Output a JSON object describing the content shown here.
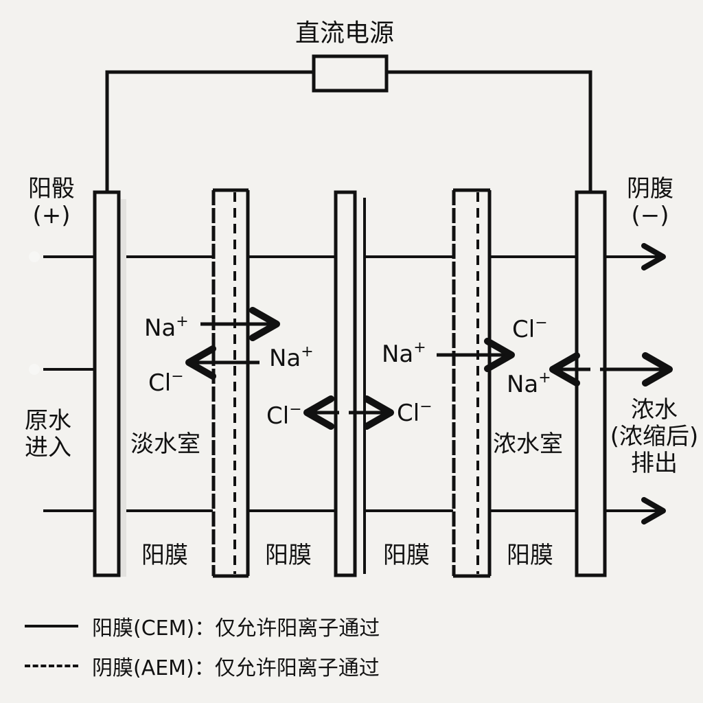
{
  "power_supply": {
    "label": "直流电源"
  },
  "electrodes": {
    "anode": {
      "label": "阳骰",
      "sign": "(+)"
    },
    "cathode": {
      "label": "阴腹",
      "sign": "(−)"
    }
  },
  "inlet": {
    "label_line1": "原水",
    "label_line2": "进入"
  },
  "outlet": {
    "label_line1": "浓水",
    "label_line2": "(浓缩后)",
    "label_line3": "排出"
  },
  "chambers": {
    "dilute": "淡水室",
    "concentrate": "浓水室"
  },
  "membrane_labels": [
    "阳膜",
    "阳膜",
    "阳膜",
    "阳膜"
  ],
  "ions": {
    "left_na_top": {
      "symbol": "Na",
      "charge": "+"
    },
    "left_na_mid": {
      "symbol": "Na",
      "charge": "+"
    },
    "left_cl": {
      "symbol": "Cl",
      "charge": "−"
    },
    "center_cl_left": {
      "symbol": "Cl",
      "charge": "−"
    },
    "center_cl_right": {
      "symbol": "Cl",
      "charge": "−"
    },
    "right_na_top": {
      "symbol": "Na",
      "charge": "+"
    },
    "right_cl_top": {
      "symbol": "Cl",
      "charge": "−"
    },
    "right_na_mid": {
      "symbol": "Na",
      "charge": "+"
    }
  },
  "legend": [
    {
      "style": "solid",
      "text": "阳膜(CEM)：仅允许阳离子通过"
    },
    {
      "style": "dashed",
      "text": "阴膜(AEM)：仅允许阳离子通过"
    }
  ],
  "colors": {
    "ink": "#111111",
    "background": "#f3f2ef"
  }
}
